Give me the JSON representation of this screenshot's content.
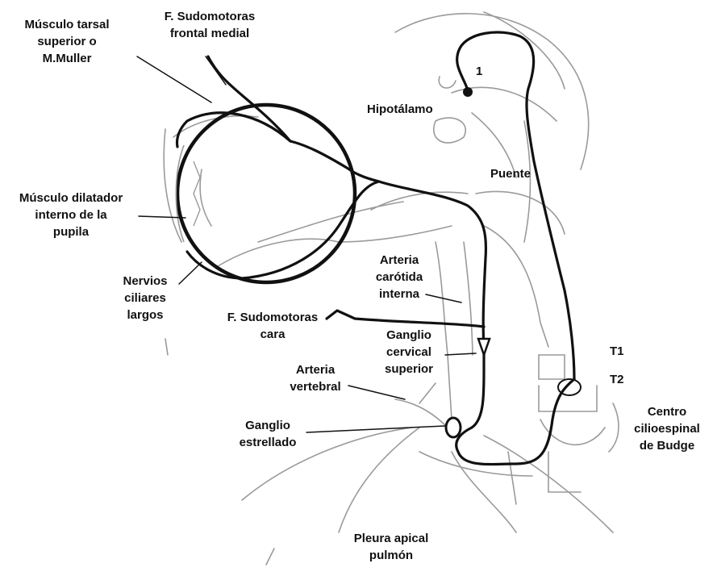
{
  "colors": {
    "ink": "#111111",
    "sketch": "#9a9a9a",
    "paper": "#ffffff"
  },
  "labels": {
    "musculo_tarsal": [
      "Músculo tarsal",
      "superior o",
      "M.Muller"
    ],
    "f_sudomotoras_frontal": [
      "F. Sudomotoras",
      "frontal medial"
    ],
    "hipotalamo": "Hipotálamo",
    "neuron_1": "1",
    "puente": "Puente",
    "musculo_dilatador": [
      "Músculo dilatador",
      "interno de la",
      "pupila"
    ],
    "arteria_carotida": [
      "Arteria",
      "carótida",
      "interna"
    ],
    "nervios_ciliares": [
      "Nervios",
      "ciliares",
      "largos"
    ],
    "f_sudomotoras_cara": [
      "F. Sudomotoras",
      "cara"
    ],
    "ganglio_cervical": [
      "Ganglio",
      "cervical",
      "superior"
    ],
    "t1": "T1",
    "t2": "T2",
    "arteria_vertebral": [
      "Arteria",
      "vertebral"
    ],
    "centro_budge": [
      "Centro",
      "cilioespinal",
      "de Budge"
    ],
    "ganglio_estrellado": [
      "Ganglio",
      "estrellado"
    ],
    "pleura": [
      "Pleura apical",
      "pulmón"
    ]
  }
}
